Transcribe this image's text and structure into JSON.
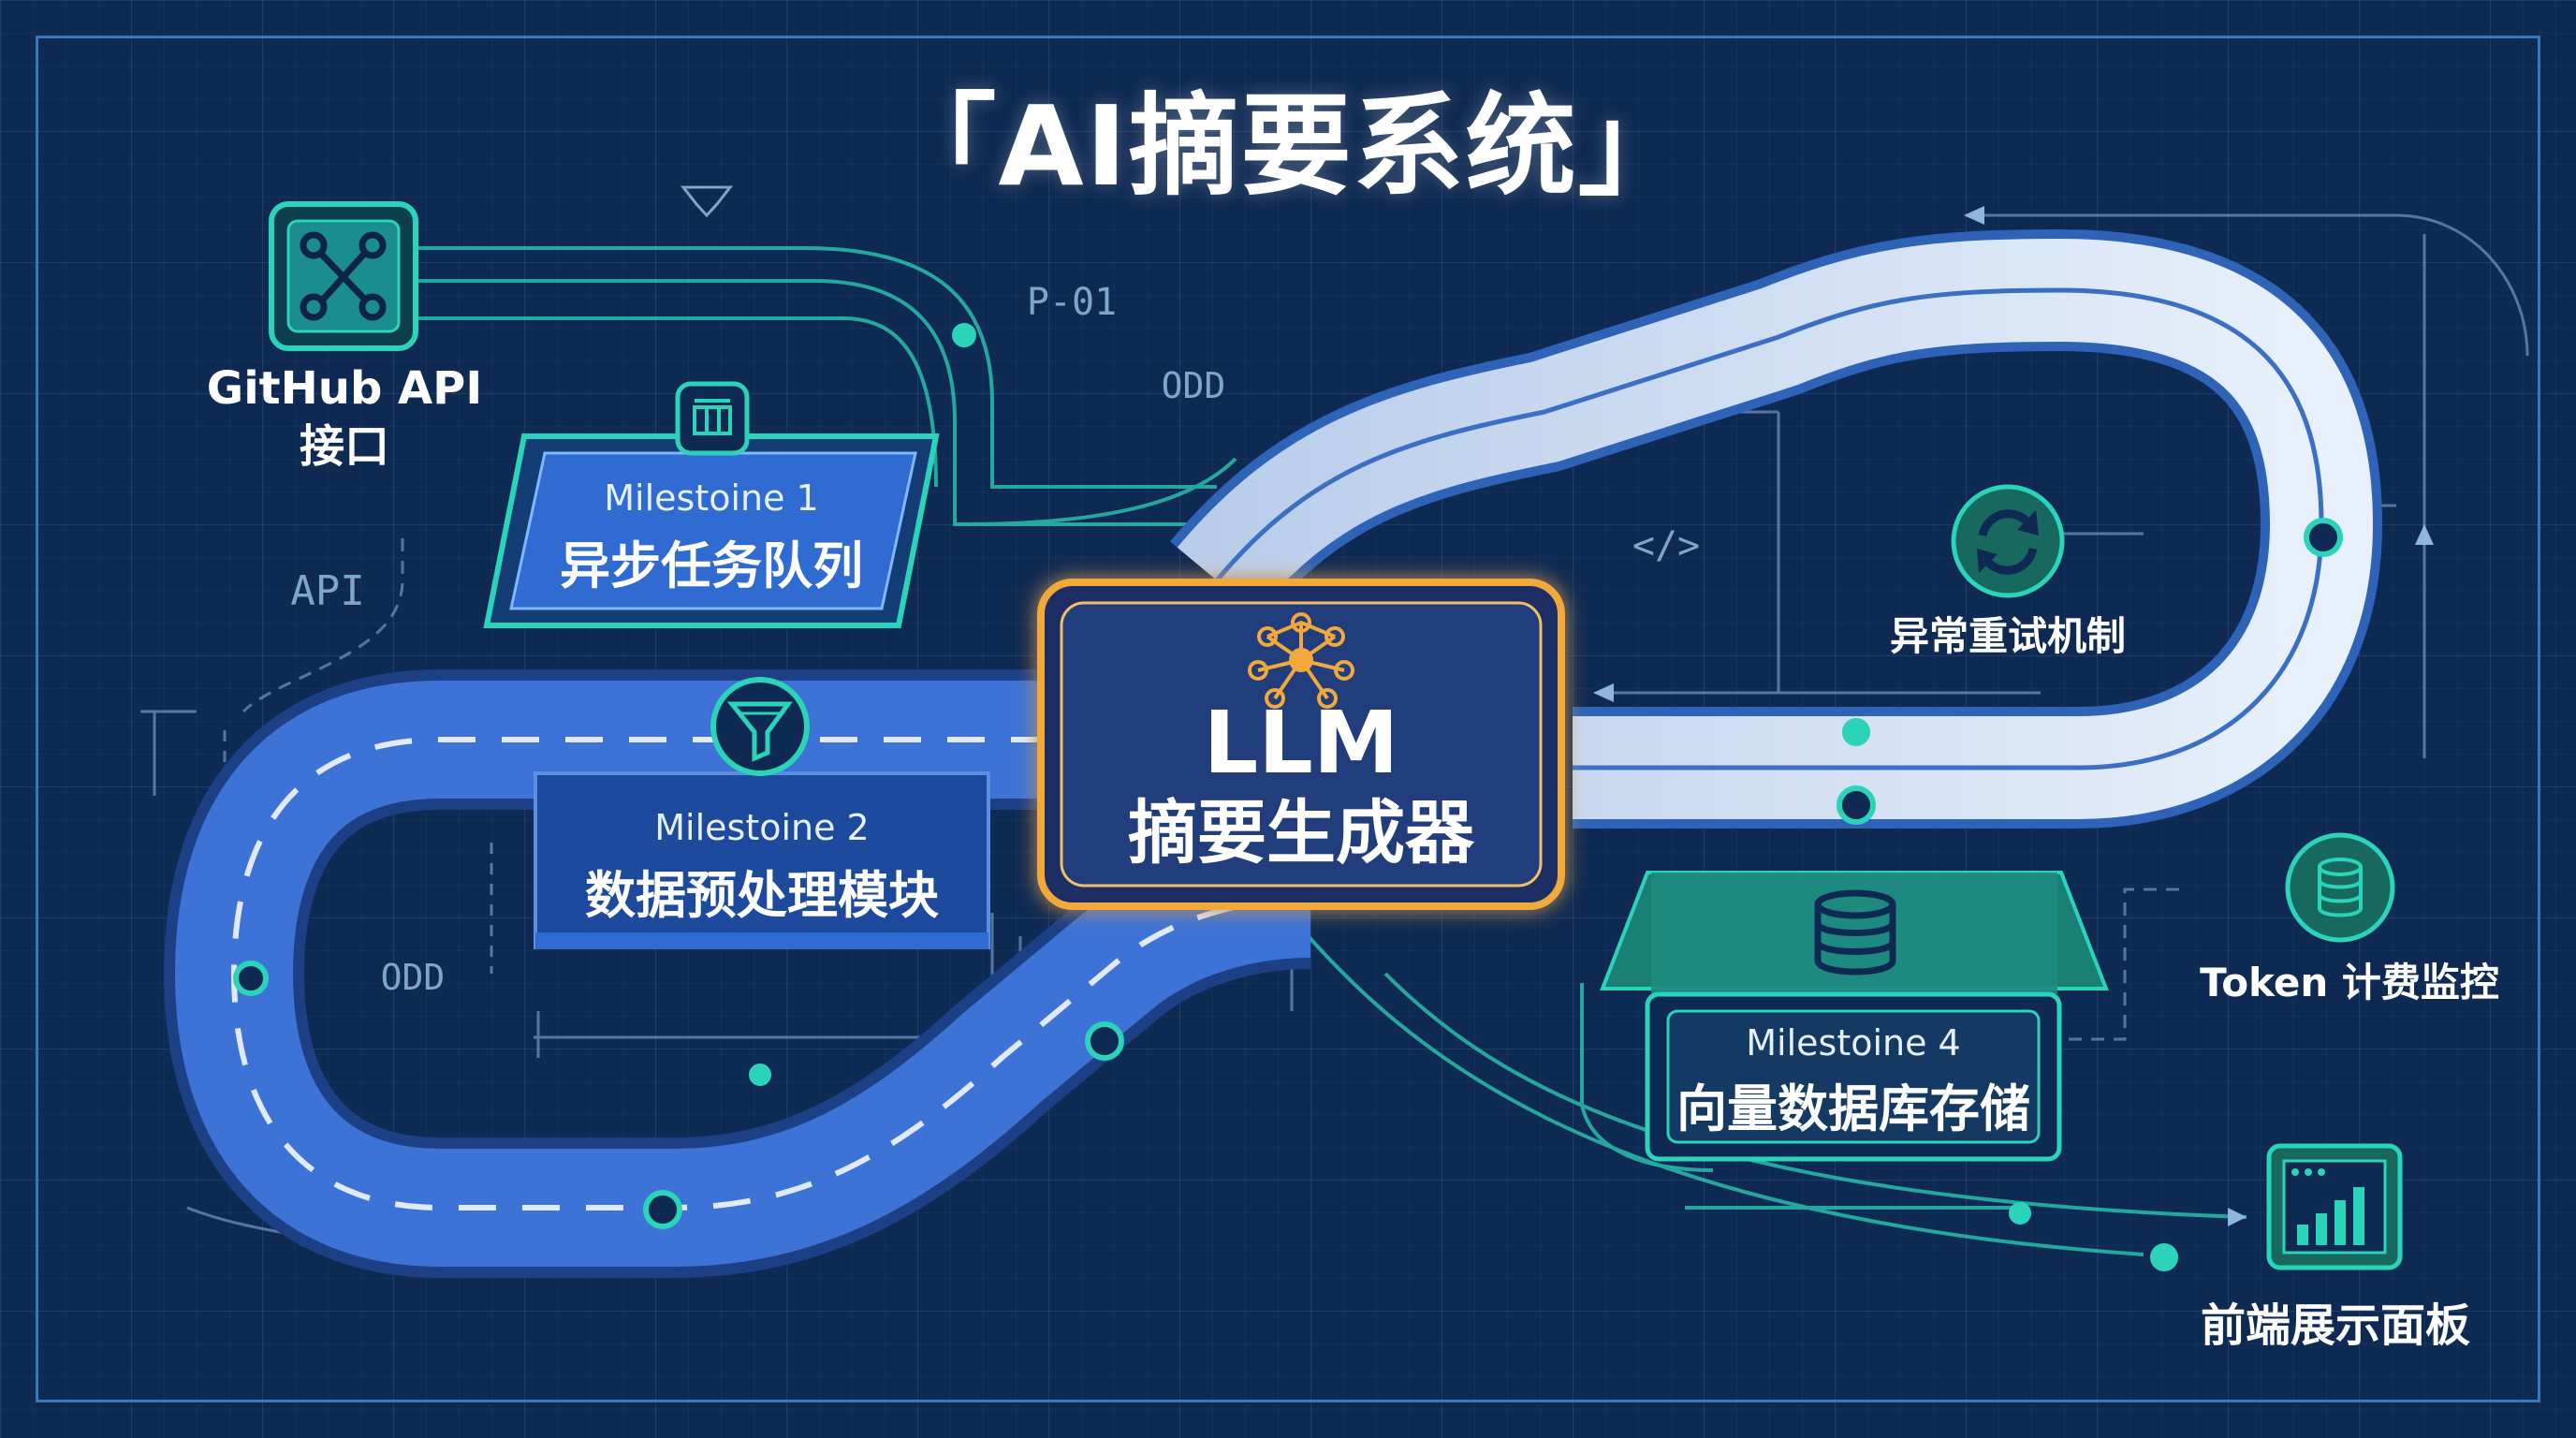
{
  "title": "「AI摘要系统」",
  "nodes": {
    "github": {
      "line1": "GitHub API",
      "line2": "接口",
      "icon": "git-branch-icon"
    },
    "milestone1": {
      "label": "Milestoine 1",
      "title": "异步任务队列",
      "icon": "queue-box-icon"
    },
    "milestone2": {
      "label": "Milestoine 2",
      "title": "数据预处理模块",
      "icon": "funnel-icon"
    },
    "llm": {
      "line1": "LLM",
      "line2": "摘要生成器",
      "icon": "neural-network-icon"
    },
    "retry": {
      "title": "异常重试机制",
      "icon": "refresh-icon"
    },
    "milestone4": {
      "label": "Milestoine 4",
      "title": "向量数据库存储",
      "icon": "database-icon"
    },
    "token": {
      "title": "Token 计费监控",
      "icon": "coin-stack-icon"
    },
    "dashboard": {
      "title": "前端展示面板",
      "icon": "bar-chart-window-icon"
    }
  },
  "annotations": {
    "api": "API",
    "p01": "P-01",
    "odd_top": "ODD",
    "odd_left": "ODD",
    "code_tag": "</>"
  },
  "colors": {
    "background": "#0f2a52",
    "grid": "#3b78b8",
    "blue_road": "#3d73d6",
    "light_road": "#dbe7f7",
    "teal": "#2bd3b8",
    "llm_border": "#f0a93a"
  }
}
